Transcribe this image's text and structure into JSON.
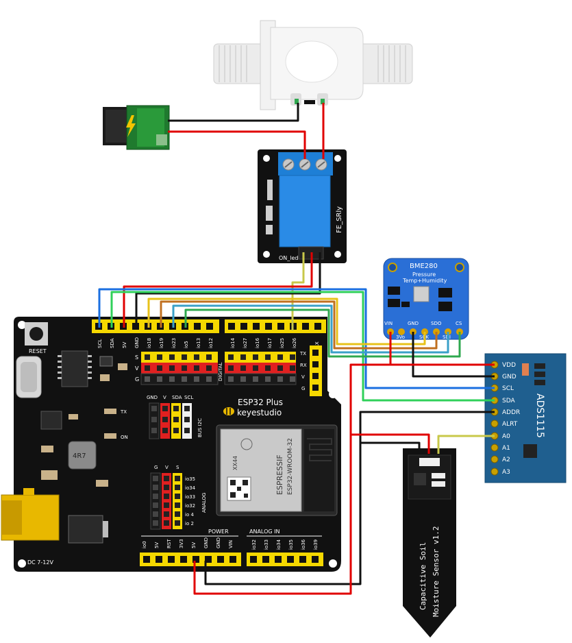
{
  "esp32_board": {
    "reset_label": "RESET",
    "top_pins": [
      "SCL",
      "SDA",
      "5V",
      "GND",
      "io18",
      "io19",
      "io23",
      "io5",
      "io13",
      "io12"
    ],
    "digital_pins": [
      "io14",
      "io27",
      "io16",
      "io17",
      "io25",
      "io26",
      "RX"
    ],
    "row_labels": [
      "S",
      "V",
      "G"
    ],
    "digital_label": "DIGITAL",
    "tx_label": "TX",
    "rx_label": "RX",
    "uart_row_labels": [
      "TX",
      "RX",
      "V",
      "G"
    ],
    "tx_led": "TX",
    "on_led": "ON",
    "i2c_headers": [
      "GND",
      "V",
      "SDA",
      "SCL"
    ],
    "bus_label": "BUS I2C",
    "brand_title": "ESP32 Plus",
    "brand_name": "keyestudio",
    "analog_header": [
      "G",
      "V",
      "S"
    ],
    "analog_side": "ANALOG",
    "analog_pins": [
      "io35",
      "io34",
      "io33",
      "io32",
      "io 4",
      "io 2"
    ],
    "module_line1": "ESPRESSIF",
    "module_line2": "ESP32-WROOM-32",
    "module_code": "XX44",
    "inductor": "4R7",
    "power_label": "POWER",
    "power_pins": [
      "io0",
      "5V",
      "RST",
      "3V3",
      "5V",
      "GND",
      "GND",
      "VIN"
    ],
    "analog_in_label": "ANALOG IN",
    "analog_in_pins": [
      "io32",
      "io33",
      "io34",
      "io35",
      "io36",
      "io39"
    ],
    "dc_label": "DC 7-12V"
  },
  "relay": {
    "label": "FE_SRly",
    "led_label": "ON_led"
  },
  "bme280": {
    "title": "BME280",
    "subtitle1": "Pressure",
    "subtitle2": "Temp+Humidity",
    "pins_top": [
      "VIN",
      "GND",
      "SDO",
      "CS"
    ],
    "pins_bottom": [
      "3Vo",
      "SCK",
      "SDI"
    ]
  },
  "ads1115": {
    "name": "ADS1115",
    "pins": [
      "VDD",
      "GND",
      "SCL",
      "SDA",
      "ADDR",
      "ALRT",
      "A0",
      "A1",
      "A2",
      "A3"
    ]
  },
  "moisture_sensor": {
    "line1": "Capacitive Soil",
    "line2": "Moisture Sensor v1.2"
  },
  "colors": {
    "board": "#111111",
    "header_yellow": "#f5d800",
    "relay_blue": "#1e7fd6",
    "adafruit_blue": "#2a6fd6",
    "ads_blue": "#1f5f8f",
    "wire_red": "#e00000",
    "wire_black": "#111111",
    "wire_blue": "#1a6fe0",
    "wire_green": "#2fd05a",
    "wire_yellow": "#e8c21a",
    "wire_orange": "#c07020",
    "wire_teal": "#3aa0c8",
    "wire_olive": "#c8c84a"
  },
  "icons": [
    "water-valve-icon",
    "dc-jack-icon",
    "lightning-icon",
    "bee-logo-icon"
  ]
}
